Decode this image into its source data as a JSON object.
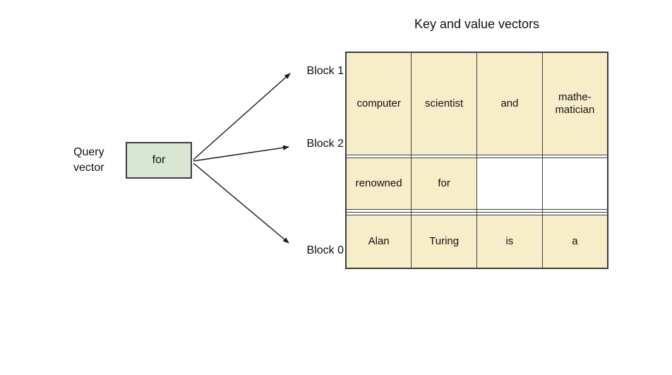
{
  "title": "Key and value vectors",
  "query_vector": {
    "label": "Query\nvector",
    "box_text": "for"
  },
  "block_labels": {
    "block1": "Block 1",
    "block2": "Block 2",
    "block0": "Block 0"
  },
  "table": {
    "rows": [
      {
        "cells": [
          {
            "text": "computer",
            "hl": true
          },
          {
            "text": "scientist",
            "hl": true
          },
          {
            "text": "and",
            "hl": true
          },
          {
            "text": "mathe-\nmatician",
            "hl": true
          }
        ]
      },
      {
        "cells": [
          {
            "text": "",
            "hl": false
          },
          {
            "text": "",
            "hl": false
          },
          {
            "text": "",
            "hl": false
          },
          {
            "text": "",
            "hl": false
          }
        ]
      },
      {
        "cells": [
          {
            "text": "renowned",
            "hl": true
          },
          {
            "text": "for",
            "hl": true
          },
          {
            "text": "",
            "hl": false
          },
          {
            "text": "",
            "hl": false
          }
        ]
      },
      {
        "cells": [
          {
            "text": "",
            "hl": false
          },
          {
            "text": "",
            "hl": false
          },
          {
            "text": "",
            "hl": false
          },
          {
            "text": "",
            "hl": false
          }
        ]
      },
      {
        "cells": [
          {
            "text": "",
            "hl": false
          },
          {
            "text": "",
            "hl": false
          },
          {
            "text": "",
            "hl": false
          },
          {
            "text": "",
            "hl": false
          }
        ]
      },
      {
        "cells": [
          {
            "text": "Alan",
            "hl": true
          },
          {
            "text": "Turing",
            "hl": true
          },
          {
            "text": "is",
            "hl": true
          },
          {
            "text": "a",
            "hl": true
          }
        ]
      }
    ]
  },
  "colors": {
    "highlight": "#f8edc9",
    "query_box": "#d9e6d1",
    "border": "#3d3d3d",
    "arrow": "#1a1a1a"
  }
}
